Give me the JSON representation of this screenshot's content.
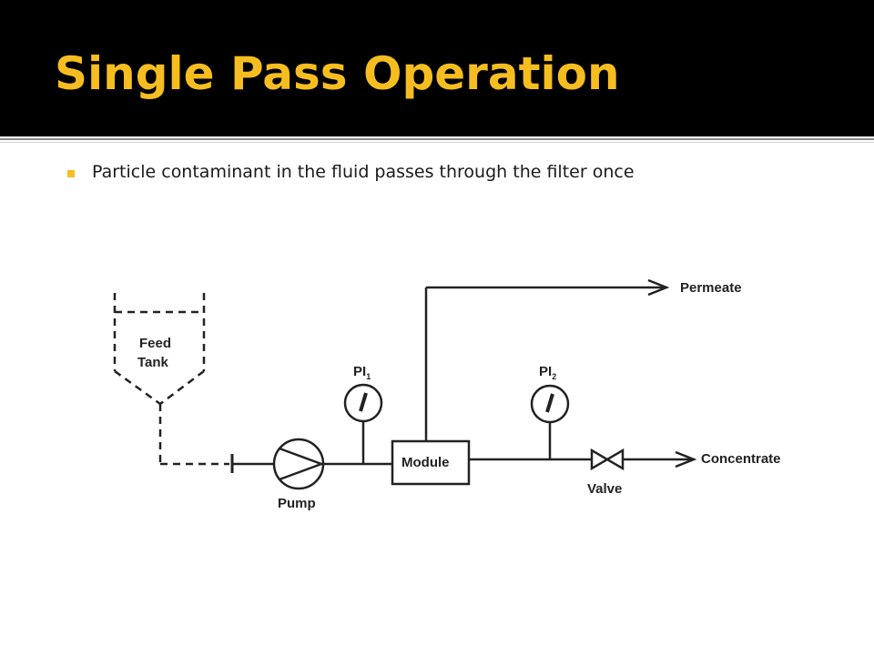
{
  "slide": {
    "title": "Single Pass Operation",
    "bullets": [
      "Particle contaminant in the fluid passes through the filter once"
    ],
    "accent_color": "#f5bd1f",
    "title_bar_color": "#000000"
  },
  "diagram": {
    "feed_tank": [
      "Feed",
      "Tank"
    ],
    "pump": "Pump",
    "pi1": {
      "base": "PI",
      "sub": "1"
    },
    "pi2": {
      "base": "PI",
      "sub": "2"
    },
    "module": "Module",
    "valve": "Valve",
    "permeate": "Permeate",
    "concentrate": "Concentrate"
  }
}
